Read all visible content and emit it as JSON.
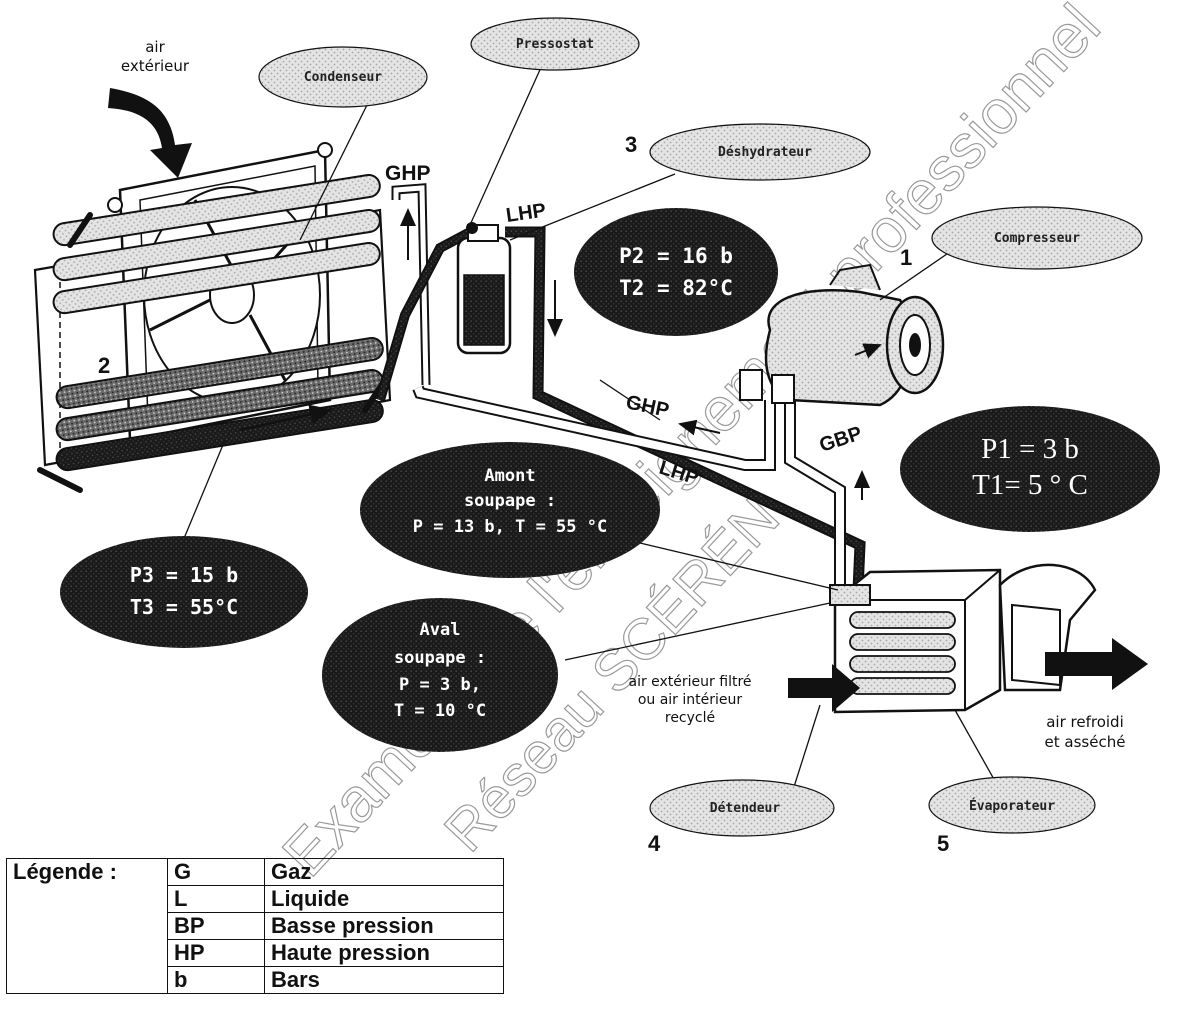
{
  "components": {
    "pressostat": "Pressostat",
    "condenseur": "Condenseur",
    "deshydrateur": "Déshydrateur",
    "compresseur": "Compresseur",
    "detendeur": "Détendeur",
    "evaporateur": "Évaporateur"
  },
  "numbers": {
    "n1": "1",
    "n2": "2",
    "n3": "3",
    "n4": "4",
    "n5": "5"
  },
  "air": {
    "exterieur_line1": "air",
    "exterieur_line2": "extérieur",
    "entree_line1": "air extérieur filtré",
    "entree_line2": "ou air intérieur",
    "entree_line3": "recyclé",
    "sortie_line1": "air refroidi",
    "sortie_line2": "et asséché"
  },
  "lines": {
    "ghp_top": "GHP",
    "lhp_top": "LHP",
    "ghp_mid": "GHP",
    "lhp_mid": "LHP",
    "gbp": "GBP"
  },
  "states": {
    "p2_line1": "P2 = 16 b",
    "p2_line2": "T2 = 82°C",
    "p1_line1": "P1 = 3 b",
    "p1_line2": "T1= 5 ° C",
    "amont_line1": "Amont",
    "amont_line2": "soupape :",
    "amont_line3": "P = 13 b, T = 55 °C",
    "p3_line1": "P3 = 15 b",
    "p3_line2": "T3 = 55°C",
    "aval_line1": "Aval",
    "aval_line2": "soupape :",
    "aval_line3": "P = 3 b,",
    "aval_line4": "T = 10 °C"
  },
  "legend": {
    "title": "Légende :",
    "rows": [
      {
        "abbr": "G",
        "meaning": "Gaz"
      },
      {
        "abbr": "L",
        "meaning": "Liquide"
      },
      {
        "abbr": "BP",
        "meaning": "Basse pression"
      },
      {
        "abbr": "HP",
        "meaning": "Haute pression"
      },
      {
        "abbr": "b",
        "meaning": "Bars"
      }
    ]
  },
  "watermark": {
    "line1": "Examens de l'enseignement professionnel",
    "line2": "Réseau SCÉRÉN"
  }
}
